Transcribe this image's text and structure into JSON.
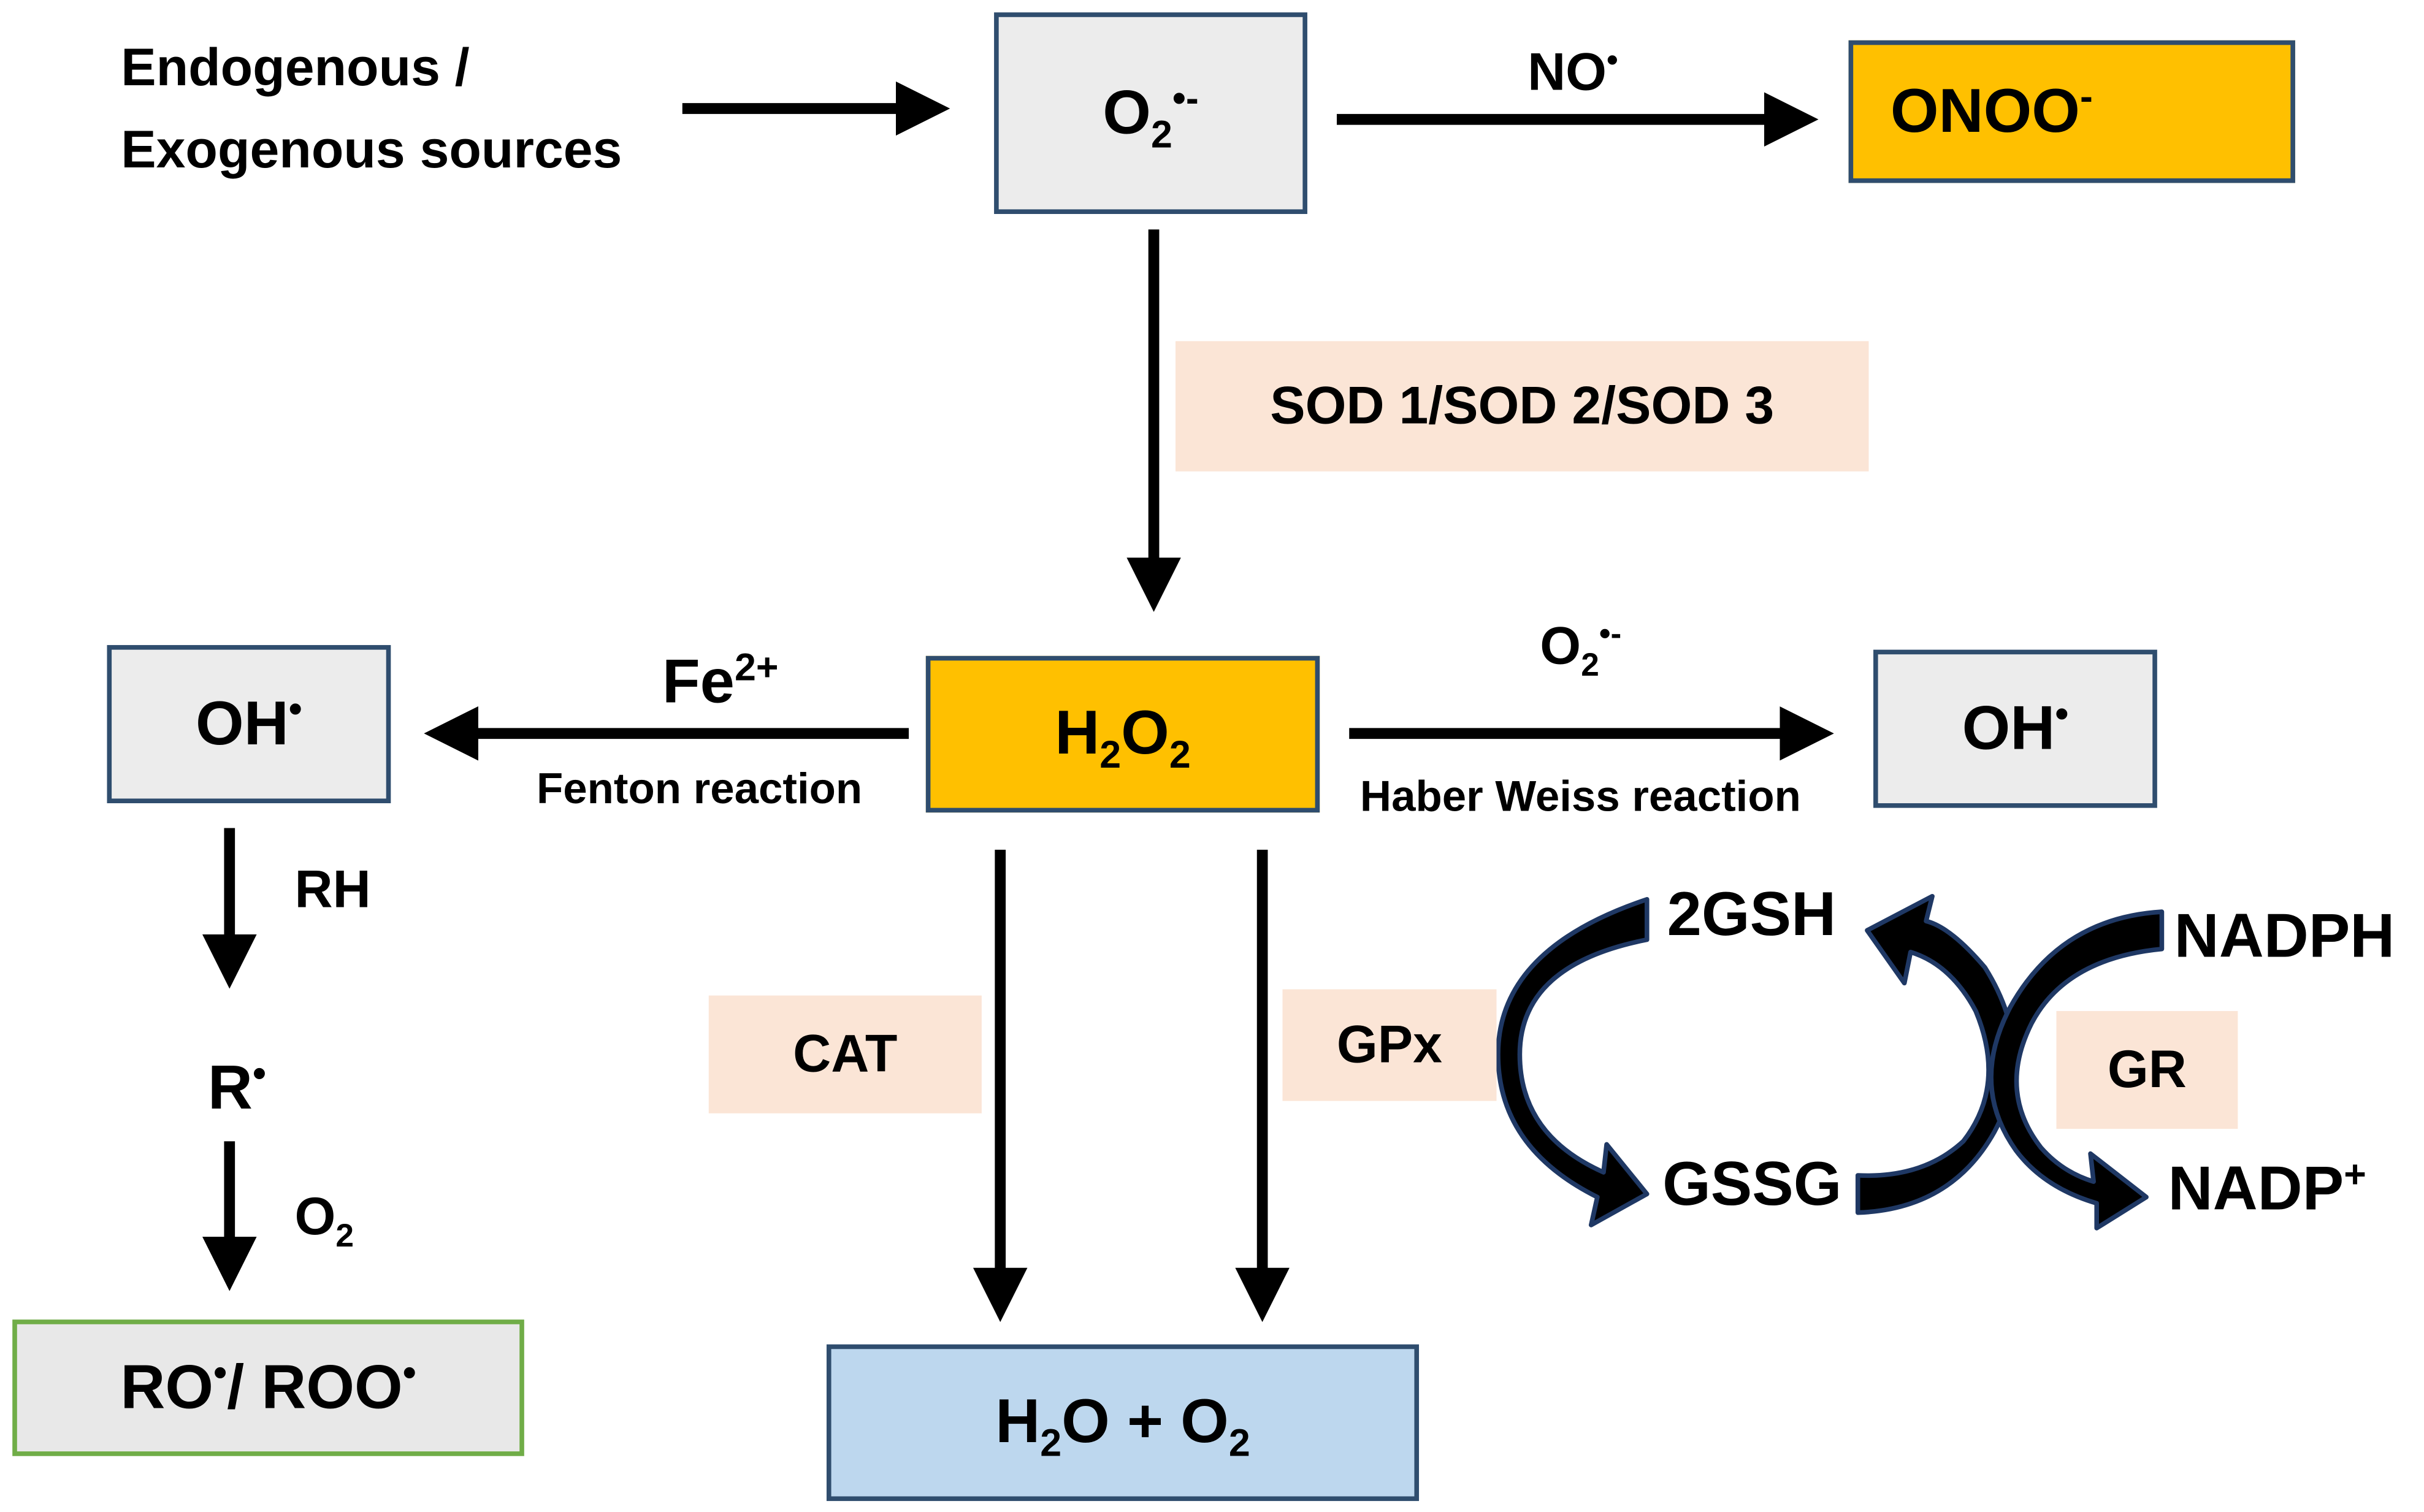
{
  "source": {
    "line1": "Endogenous /",
    "line2": "Exogenous sources"
  },
  "superoxide": {
    "base": "O",
    "sub": "2",
    "sup": "•-"
  },
  "no_label": {
    "base": "NO",
    "sup": "•"
  },
  "peroxynitrite": {
    "base": "ONOO",
    "sup": "-"
  },
  "sod_label": "SOD 1/SOD 2/SOD 3",
  "h2o2": {
    "a": "H",
    "s1": "2",
    "b": "O",
    "s2": "2"
  },
  "fe": {
    "base": "Fe",
    "sup": "2+"
  },
  "fenton_label": "Fenton reaction",
  "hw_o2": {
    "base": "O",
    "sub": "2",
    "sup": "•-"
  },
  "haber_weiss_label": "Haber Weiss reaction",
  "oh_left": {
    "base": "OH",
    "sup": "•"
  },
  "oh_right": {
    "base": "OH",
    "sup": "•"
  },
  "rh_label": "RH",
  "r_radical": {
    "base": "R",
    "sup": "•"
  },
  "o2_label": {
    "base": "O",
    "sub": "2"
  },
  "ro_roo": {
    "a": "RO",
    "sup1": "•",
    "mid": "/ ROO",
    "sup2": "•"
  },
  "cat_label": "CAT",
  "gpx_label": "GPx",
  "water_o2": {
    "a": "H",
    "s1": "2",
    "b": "O + O",
    "s2": "2"
  },
  "gsh_label": "2GSH",
  "gssg_label": "GSSG",
  "gr_label": "GR",
  "nadph_label": "NADPH",
  "nadp": {
    "base": "NADP",
    "sup": "+"
  },
  "colors": {
    "box_border": "#2f4d6e",
    "grey_fill": "#ececec",
    "orange_fill": "#ffc000",
    "blue_fill": "#bdd7ee",
    "enzyme_fill": "#fbe5d6",
    "green_border": "#70ad47"
  }
}
